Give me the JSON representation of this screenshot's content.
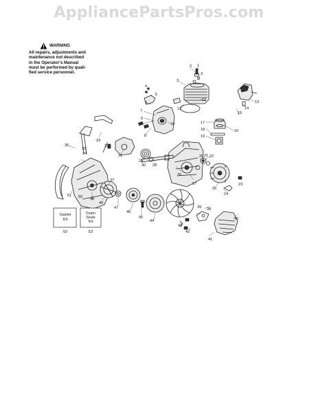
{
  "header": {
    "site": "AppliancePartsPros.com"
  },
  "warning": {
    "title": "WARNING",
    "lines": [
      "All repairs, adjustments and",
      "maintenance not described",
      "in the Operator's Manual",
      "must be performed by quali-",
      "fied service personnel."
    ]
  },
  "kits": {
    "gasket": {
      "line1": "Gasket",
      "line2": "Kit",
      "ref": "52"
    },
    "foam": {
      "line1": "Foam",
      "line2": "Seals",
      "line3": "Kit",
      "ref": "53"
    }
  },
  "callouts": {
    "c1": "1",
    "c2": "2",
    "c3": "3",
    "c4": "4",
    "c5": "5",
    "c6": "6",
    "c7": "7",
    "c8": "8",
    "c9": "9",
    "c10": "10",
    "c11": "11",
    "c12": "12",
    "c13": "13",
    "c14": "14",
    "c15": "15",
    "c16": "16",
    "c17": "17",
    "c18": "18",
    "c19": "19",
    "c20": "20",
    "c21": "21",
    "c22": "22",
    "c23": "23",
    "c24": "24",
    "c25": "25",
    "c26": "26",
    "c27": "27",
    "c28": "28",
    "c29": "29",
    "c30": "30",
    "c31": "31",
    "c32": "32",
    "c33": "33",
    "c34": "34",
    "c35": "35",
    "c36": "36",
    "c37": "37",
    "c38": "38",
    "c39": "39",
    "c40": "40",
    "c41": "41",
    "c42": "42",
    "c43": "43",
    "c44": "44",
    "c45": "45",
    "c46": "46",
    "c47": "47",
    "c48": "48",
    "c49": "49",
    "c50": "50",
    "c51": "51"
  }
}
